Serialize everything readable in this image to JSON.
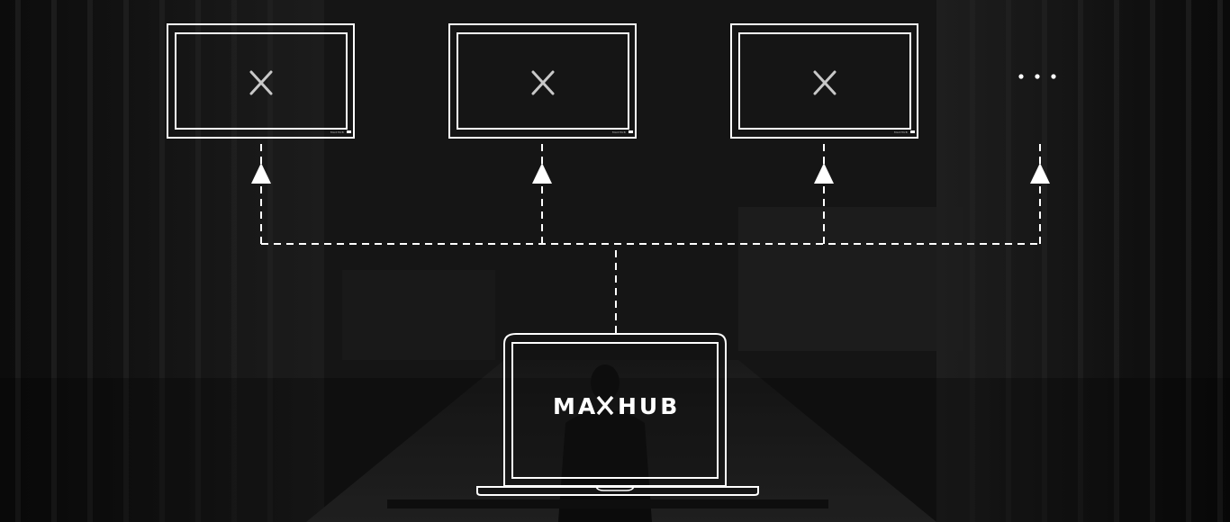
{
  "diagram": {
    "laptop": {
      "brand_prefix": "MA",
      "brand_mark": "X",
      "brand_suffix": "HUB",
      "brand_icon": "maxhub-logo"
    },
    "displays": [
      {
        "icon": "maxhub-x-logo-icon",
        "badge": "MAXHUB"
      },
      {
        "icon": "maxhub-x-logo-icon",
        "badge": "MAXHUB"
      },
      {
        "icon": "maxhub-x-logo-icon",
        "badge": "MAXHUB"
      }
    ],
    "more_indicator": "• • •",
    "connection_style": "dashed",
    "colors": {
      "background": "#141414",
      "line": "#ffffff",
      "screen_frame": "#ffffff",
      "logo": "#c8c8c8"
    }
  }
}
